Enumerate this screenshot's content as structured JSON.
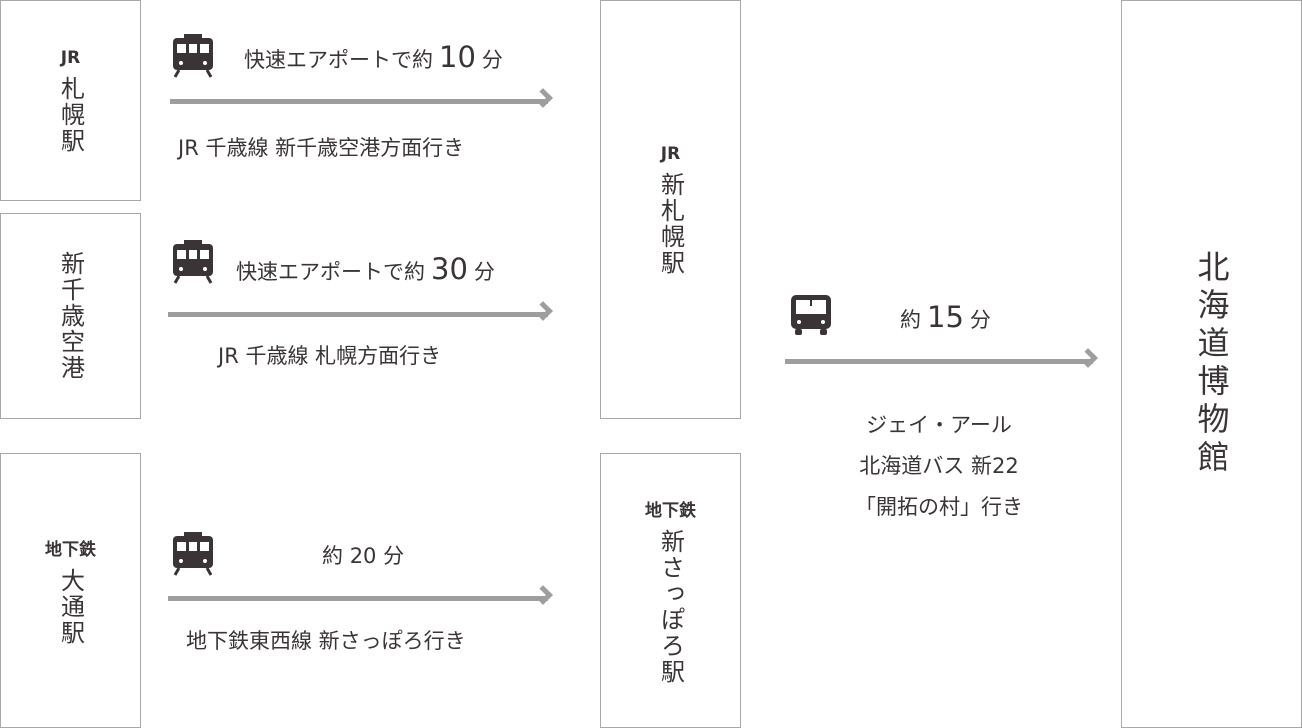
{
  "origins": [
    {
      "label": "JR",
      "name": "札幌駅"
    },
    {
      "label": "",
      "name": "新千歳空港"
    },
    {
      "label": "地下鉄",
      "name": "大通駅"
    }
  ],
  "transfers": [
    {
      "label": "JR",
      "name": "新札幌駅"
    },
    {
      "label": "地下鉄",
      "name": "新さっぽろ駅"
    }
  ],
  "destination": {
    "name": "北海道博物館"
  },
  "routes": [
    {
      "icon": "train-icon",
      "pre": "快速エアポートで約",
      "minutes": "10",
      "unit": "分",
      "line": "JR 千歳線 新千歳空港方面行き"
    },
    {
      "icon": "train-icon",
      "pre": "快速エアポートで約",
      "minutes": "30",
      "unit": "分",
      "line": "JR 千歳線 札幌方面行き"
    },
    {
      "icon": "train-icon",
      "pre": "約",
      "minutes": "20",
      "unit": "分",
      "line": "地下鉄東西線 新さっぽろ行き"
    }
  ],
  "bus": {
    "icon": "bus-icon",
    "pre": "約",
    "minutes": "15",
    "unit": "分",
    "line1": "ジェイ・アール",
    "line2": "北海道バス 新22",
    "line3": "「開拓の村」行き"
  },
  "colors": {
    "text": "#3a3436",
    "arrow": "#9e9e9e",
    "border": "#a8a8a8"
  }
}
